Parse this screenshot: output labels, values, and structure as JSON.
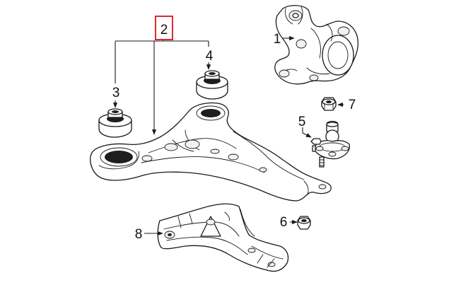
{
  "callouts": {
    "c1": "1",
    "c2": "2",
    "c3": "3",
    "c4": "4",
    "c5": "5",
    "c6": "6",
    "c7": "7",
    "c8": "8"
  },
  "colors": {
    "highlight_box": "#e0282e",
    "line_art": "#1a1a1a"
  }
}
